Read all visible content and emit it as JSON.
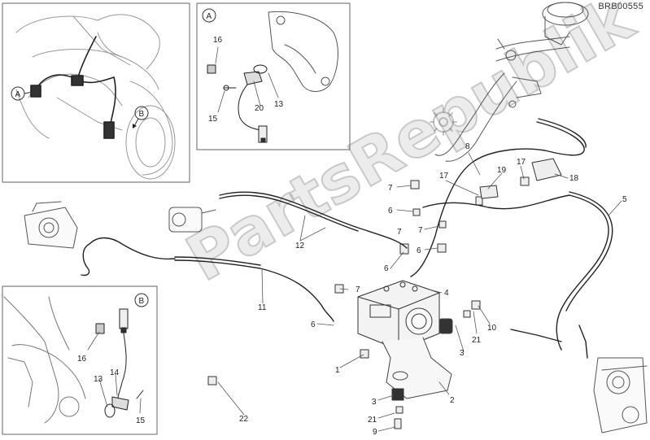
{
  "diagram_code": "BRB00555",
  "watermark": "PartsRepublik",
  "insets": [
    {
      "letter": "A"
    },
    {
      "letter": "B"
    }
  ],
  "callouts": [
    "1",
    "2",
    "3",
    "3",
    "4",
    "5",
    "6",
    "6",
    "6",
    "6",
    "7",
    "7",
    "7",
    "7",
    "8",
    "9",
    "10",
    "11",
    "12",
    "13",
    "13",
    "14",
    "15",
    "15",
    "16",
    "16",
    "17",
    "17",
    "18",
    "19",
    "20",
    "21",
    "21",
    "22",
    "A",
    "B"
  ]
}
